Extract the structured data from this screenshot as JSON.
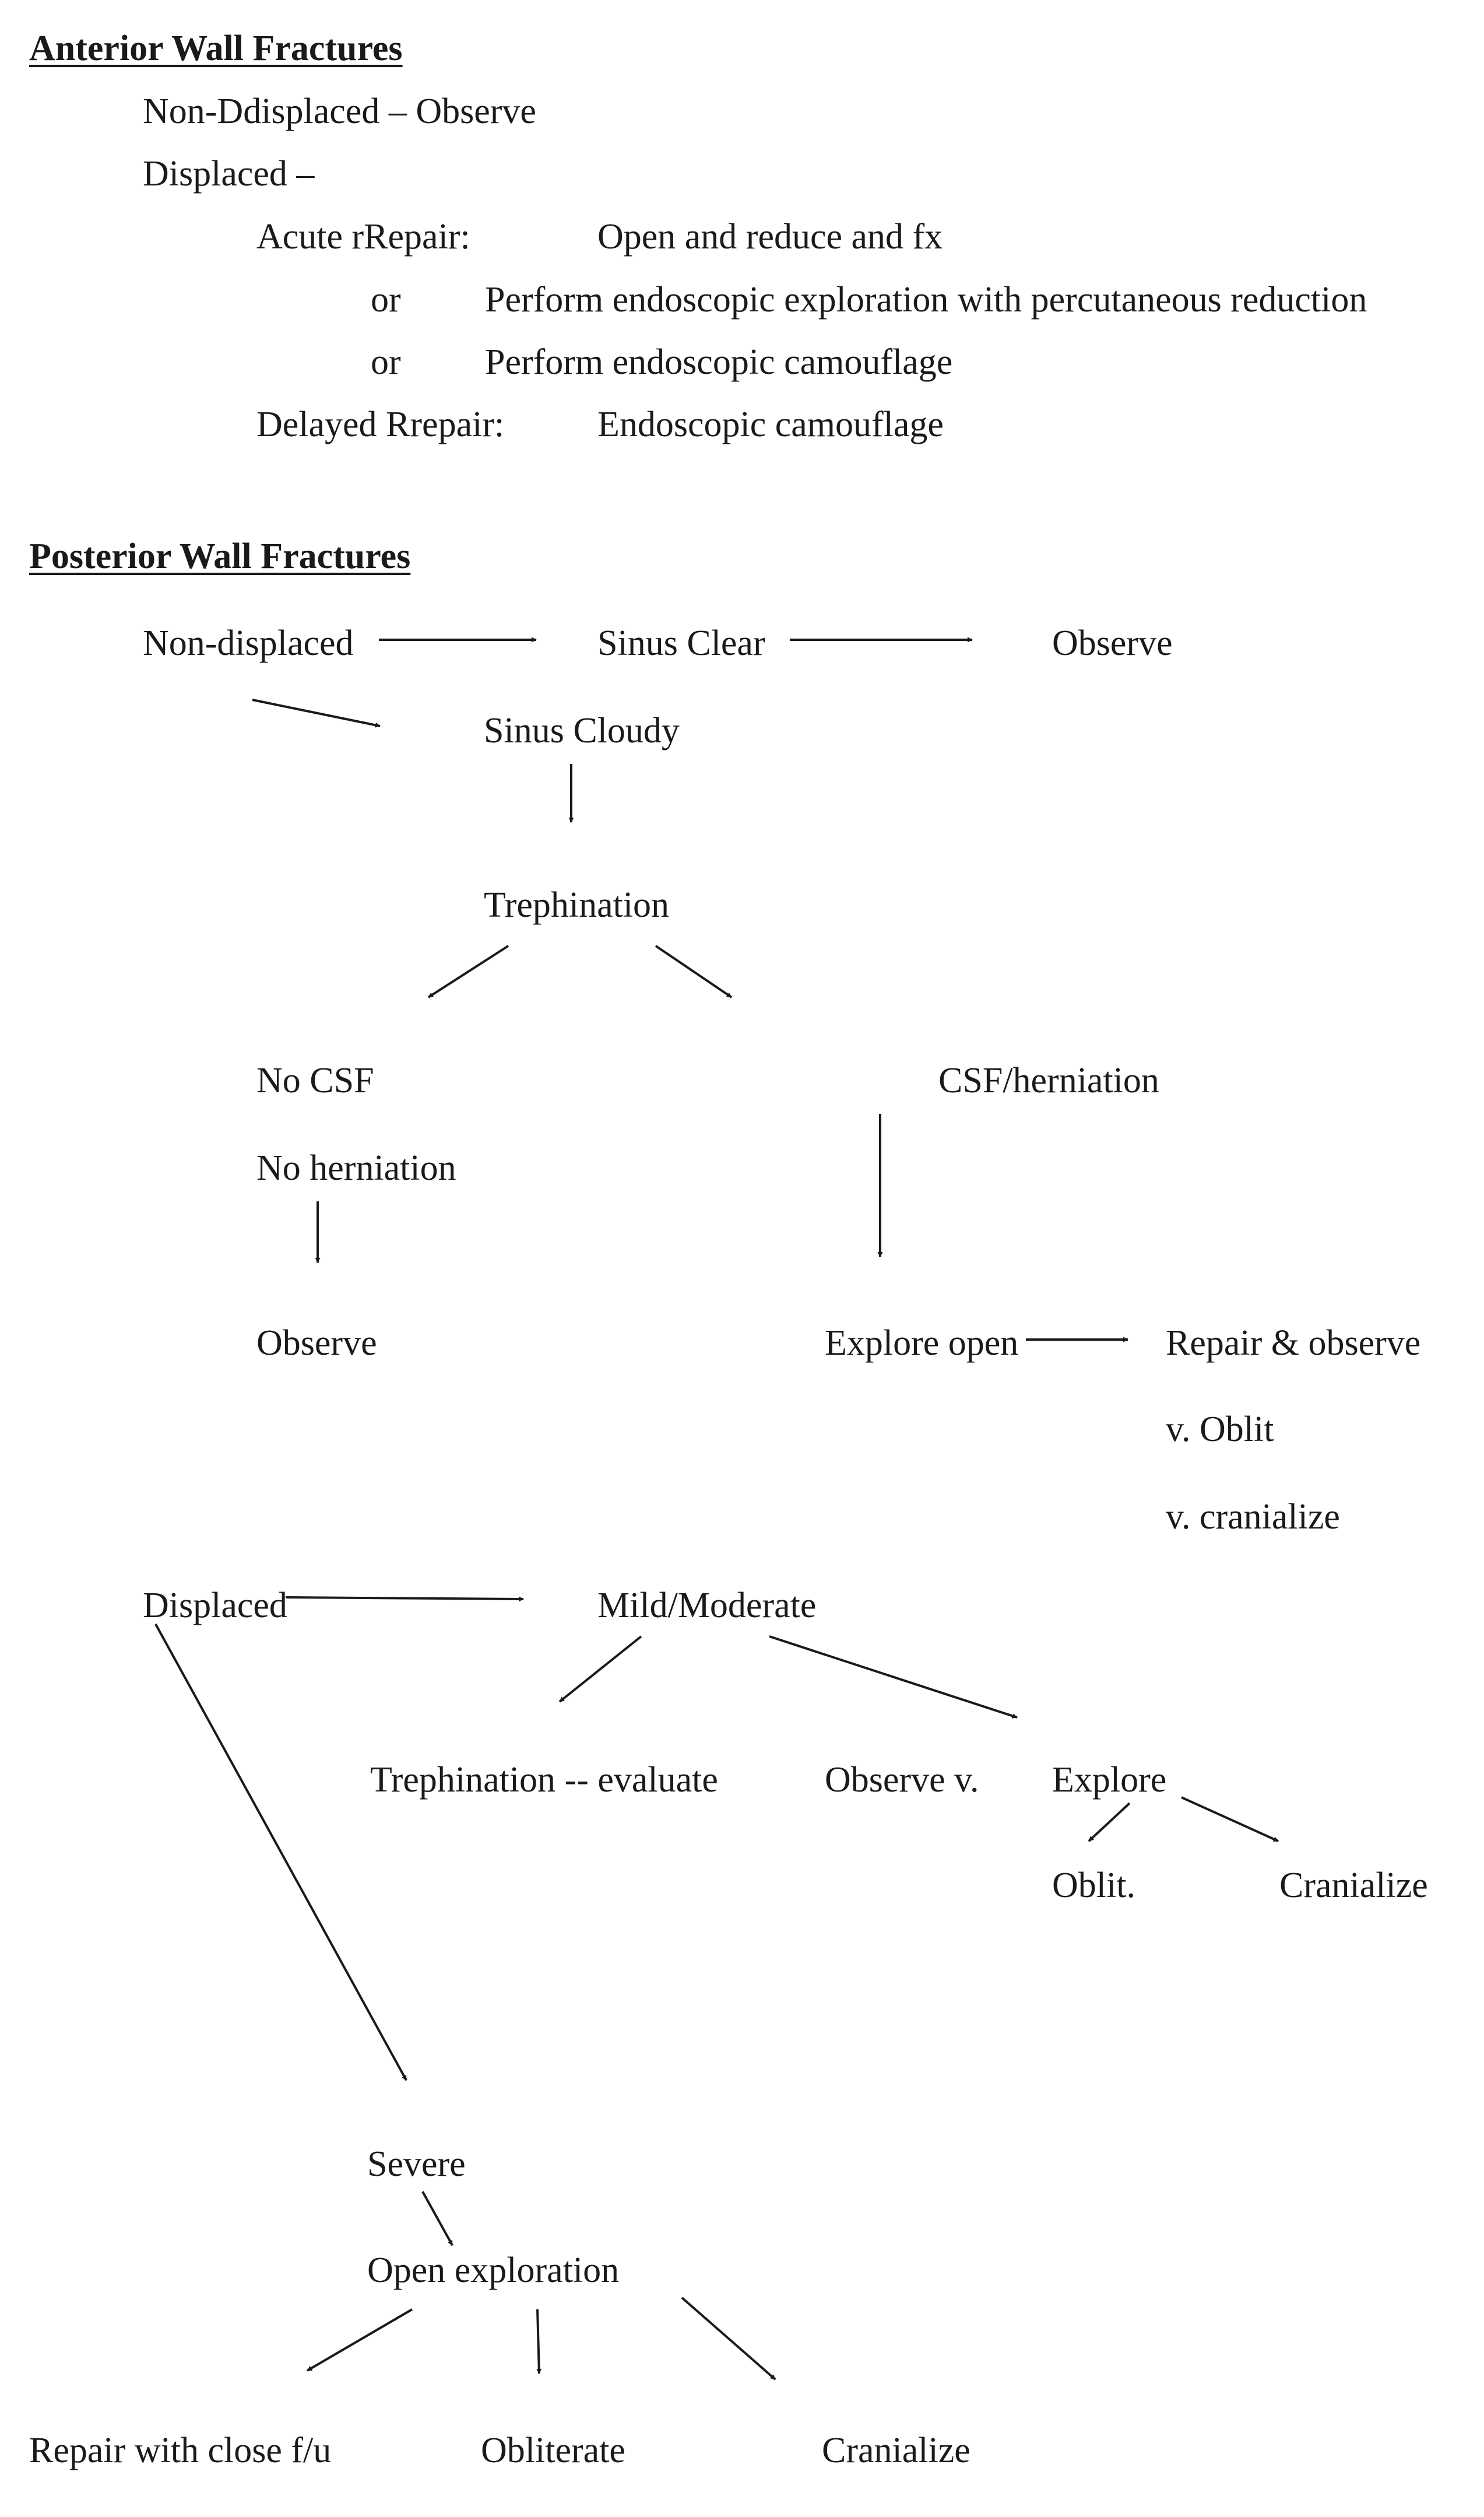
{
  "anterior": {
    "heading": "Anterior Wall Fractures",
    "non_displaced": "Non-Ddisplaced – Observe",
    "displaced": "Displaced –",
    "acute_label": "Acute rRepair:",
    "acute_action": "Open and reduce and fx",
    "or_1": "or",
    "alt_1": "Perform endoscopic exploration with percutaneous reduction",
    "or_2": "or",
    "alt_2": "Perform endoscopic camouflage",
    "delayed_label": "Delayed Rrepair:",
    "delayed_action": "Endoscopic camouflage"
  },
  "posterior": {
    "heading": "Posterior Wall Fractures",
    "non_displaced": "Non-displaced",
    "sinus_clear": "Sinus Clear",
    "observe_1": "Observe",
    "sinus_cloudy": "Sinus Cloudy",
    "trephination": "Trephination",
    "no_csf": "No CSF",
    "no_herniation": "No herniation",
    "csf_herniation": "CSF/herniation",
    "observe_2": "Observe",
    "explore_open": "Explore open",
    "repair_observe": "Repair & observe",
    "v_oblit": "v. Oblit",
    "v_cranialize": "v. cranialize",
    "displaced": "Displaced",
    "mild_moderate": "Mild/Moderate",
    "trephination_evaluate": "Trephination -- evaluate",
    "observe_v": "Observe v.",
    "explore": "Explore",
    "oblit": "Oblit.",
    "cranialize_1": "Cranialize",
    "severe": "Severe",
    "open_exploration": "Open exploration",
    "repair_close": "Repair with close f/u",
    "obliterate": "Obliterate",
    "cranialize_2": "Cranialize"
  },
  "arrows": [
    {
      "from": "posterior.non_displaced",
      "to": "posterior.sinus_clear"
    },
    {
      "from": "posterior.sinus_clear",
      "to": "posterior.observe_1"
    },
    {
      "from": "posterior.non_displaced",
      "to": "posterior.sinus_cloudy"
    },
    {
      "from": "posterior.sinus_cloudy",
      "to": "posterior.trephination"
    },
    {
      "from": "posterior.trephination",
      "to": "posterior.no_csf"
    },
    {
      "from": "posterior.trephination",
      "to": "posterior.csf_herniation"
    },
    {
      "from": "posterior.no_herniation",
      "to": "posterior.observe_2"
    },
    {
      "from": "posterior.csf_herniation",
      "to": "posterior.explore_open"
    },
    {
      "from": "posterior.explore_open",
      "to": "posterior.repair_observe"
    },
    {
      "from": "posterior.displaced",
      "to": "posterior.mild_moderate"
    },
    {
      "from": "posterior.mild_moderate",
      "to": "posterior.trephination_evaluate"
    },
    {
      "from": "posterior.mild_moderate",
      "to": "posterior.explore"
    },
    {
      "from": "posterior.explore",
      "to": "posterior.oblit"
    },
    {
      "from": "posterior.explore",
      "to": "posterior.cranialize_1"
    },
    {
      "from": "posterior.displaced",
      "to": "posterior.severe"
    },
    {
      "from": "posterior.severe",
      "to": "posterior.open_exploration"
    },
    {
      "from": "posterior.open_exploration",
      "to": "posterior.repair_close"
    },
    {
      "from": "posterior.open_exploration",
      "to": "posterior.obliterate"
    },
    {
      "from": "posterior.open_exploration",
      "to": "posterior.cranialize_2"
    }
  ],
  "colors": {
    "ink": "#1a1a1a",
    "background": "#ffffff"
  }
}
